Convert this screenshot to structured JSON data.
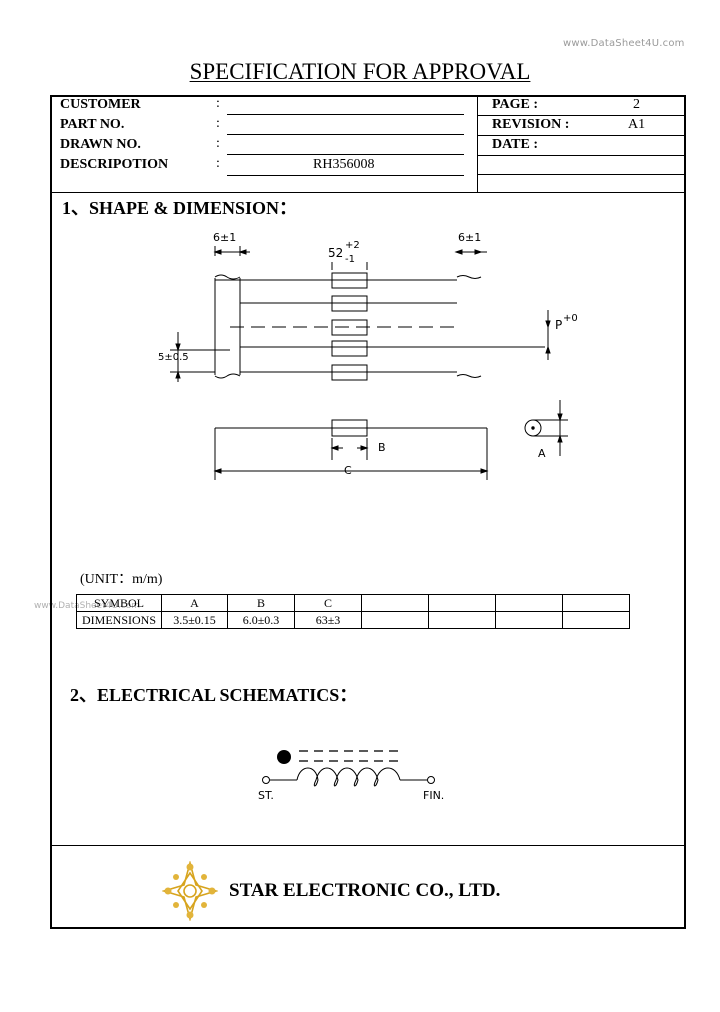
{
  "watermark_top": "www.DataSheet4U.com",
  "watermark_left": "www.DataSheet4U.com",
  "title": "SPECIFICATION FOR APPROVAL",
  "header": {
    "customer_label": "CUSTOMER",
    "part_label": "PART NO.",
    "drawn_label": "DRAWN NO.",
    "desc_label": "DESCRIPOTION",
    "colon": ":",
    "desc_value": "RH356008",
    "page_label": "PAGE",
    "page_value": "2",
    "revision_label": "REVISION",
    "revision_value": "A1",
    "date_label": "DATE",
    "right_colon": ":"
  },
  "section1": {
    "title": "1、SHAPE & DIMENSION：",
    "dim_6_left": "6±1",
    "dim_52": "52",
    "dim_52_tol_plus": "+2",
    "dim_52_tol_minus": "-1",
    "dim_6_right": "6±1",
    "dim_p": "P",
    "dim_p_tol": "+0",
    "dim_5": "5±0.5",
    "dim_b": "B",
    "dim_c": "C",
    "dim_a": "A"
  },
  "unit_label": "(UNIT：m/m)",
  "dimensions_table": {
    "row_labels": [
      "SYMBOL",
      "DIMENSIONS"
    ],
    "symbols": [
      "A",
      "B",
      "C",
      "",
      "",
      "",
      ""
    ],
    "values": [
      "3.5±0.15",
      "6.0±0.3",
      "63±3",
      "",
      "",
      "",
      ""
    ]
  },
  "section2": {
    "title": "2、ELECTRICAL SCHEMATICS：",
    "start_label": "ST.",
    "finish_label": "FIN."
  },
  "footer": {
    "company": "STAR ELECTRONIC CO., LTD."
  }
}
